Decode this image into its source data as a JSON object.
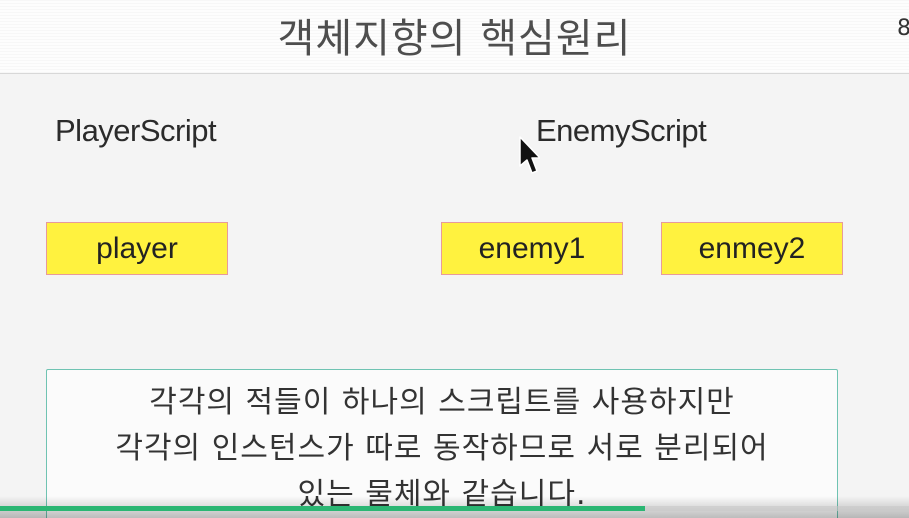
{
  "slide": {
    "title": "객체지향의 핵심원리",
    "page_number": "8"
  },
  "diagram": {
    "player_script_label": "PlayerScript",
    "enemy_script_label": "EnemyScript",
    "objects": [
      "player",
      "enemy1",
      "enmey2"
    ]
  },
  "note": {
    "lines": [
      "각각의 적들이 하나의 스크립트를 사용하지만",
      "각각의 인스턴스가 따로 동작하므로 서로 분리되어",
      "있는 물체와 같습니다."
    ]
  },
  "video": {
    "progress_percent": 71
  },
  "colors": {
    "object_fill": "#fff23f",
    "object_border": "#e89a9a",
    "note_border": "#6fc3b2",
    "progress": "#2bb673"
  },
  "icons": {
    "cursor": "mouse-pointer-icon"
  }
}
